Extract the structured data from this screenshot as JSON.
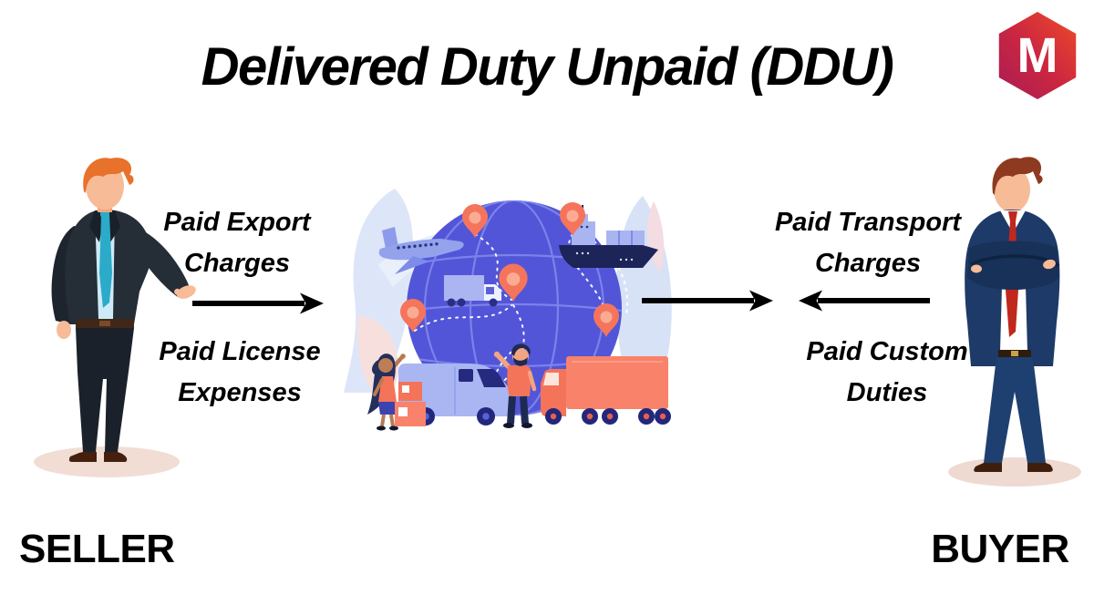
{
  "header": {
    "title": "Delivered Duty Unpaid (DDU)"
  },
  "logo": {
    "letter": "M"
  },
  "seller": {
    "label": "SELLER",
    "notes": {
      "top": "Paid Export Charges",
      "bottom": "Paid License Expenses"
    }
  },
  "buyer": {
    "label": "BUYER",
    "notes": {
      "top": "Paid Transport Charges",
      "bottom": "Paid Custom Duties"
    }
  },
  "illustrations": {
    "seller_figure": "businessman presenting with open hand",
    "buyer_figure": "businessman with crossed arms",
    "center": "globe with location pins, airplane, cargo ship, trucks, couriers"
  },
  "colors": {
    "background": "#ffffff",
    "text": "#000000",
    "arrow": "#000000",
    "globe_blue": "#5355d8",
    "globe_grid": "#7b82ea",
    "pin_coral": "#f4755c",
    "vehicle_periwinkle": "#a9b6f2",
    "truck_coral": "#f8826a",
    "logo_gradient_start": "#a81c55",
    "logo_gradient_end": "#ef4b28"
  }
}
